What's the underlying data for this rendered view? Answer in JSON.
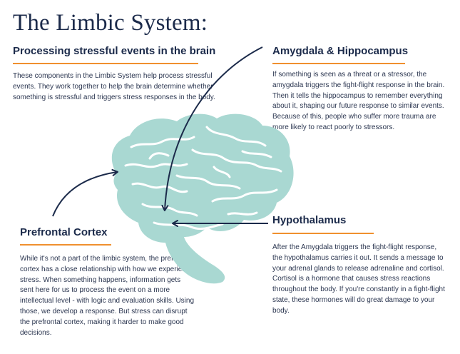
{
  "header": {
    "title": "The Limbic System:",
    "subtitle": "Processing stressful events in the brain"
  },
  "intro": "These components in the Limbic System help process stressful events. They work together to help the brain determine whether something is stressful and triggers stress responses in the body.",
  "sections": {
    "amygdala": {
      "heading": "Amygdala & Hippocampus",
      "text": "If something is seen as a threat or a stressor, the amygdala triggers the fight-flight response in the brain. Then it tells the hippocampus to remember everything about it, shaping our future response to similar events. Because of this, people who suffer more trauma are more likely to react poorly to stressors."
    },
    "prefrontal": {
      "heading": "Prefrontal Cortex",
      "text": "While it's not a part of the limbic system, the prefrontal cortex has a close relationship with how we experience stress. When something happens, information gets sent here for us to process the event on a more intellectual level - with logic and evaluation skills. Using those, we develop a response. But stress can disrupt the prefrontal cortex, making it harder to make good decisions."
    },
    "hypothalamus": {
      "heading": "Hypothalamus",
      "text": "After the Amygdala triggers the fight-flight response, the hypothalamus carries it out. It sends a message to your adrenal glands to release adrenaline and cortisol. Cortisol is a hormone that causes stress reactions throughout the body. If you're constantly in a fight-flight state, these hormones will do great damage to your body."
    }
  },
  "colors": {
    "navy": "#1b2a4a",
    "accent": "#f0902e",
    "brain": "#a9d8d2"
  }
}
